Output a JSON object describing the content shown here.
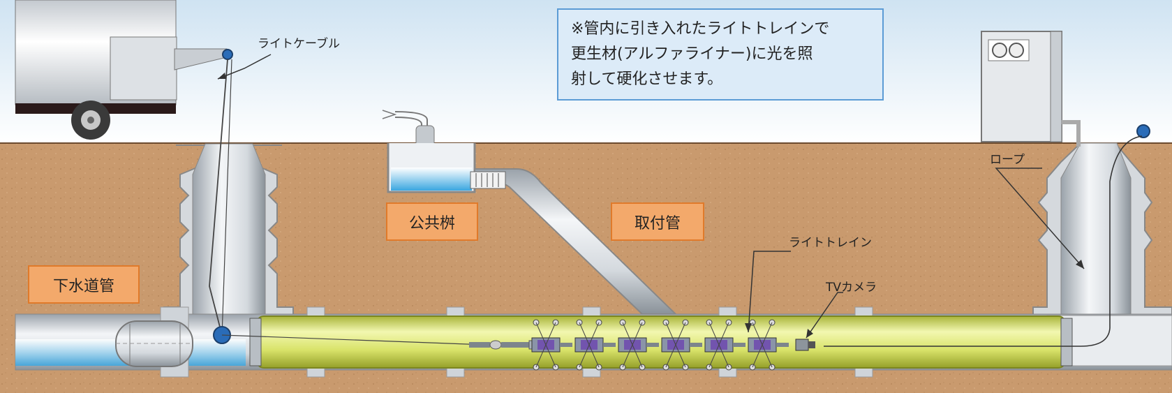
{
  "note": "※管内に引き入れたライトトレインで\n更生材(アルファライナー)に光を照\n射して硬化させます。",
  "labels": {
    "sewer_pipe": "下水道管",
    "public_basin": "公共桝",
    "lateral_pipe": "取付管"
  },
  "callouts": {
    "light_cable": "ライトケーブル",
    "rope": "ロープ",
    "light_train": "ライトトレイン",
    "tv_camera": "TVカメラ"
  },
  "colors": {
    "sky_top": "#cfe3f2",
    "soil": "#c99a6e",
    "label_fill": "#f3a96b",
    "label_border": "#e07a2a",
    "note_fill": "#dcebf8",
    "note_border": "#5b9bd5",
    "liner": "#dfe878",
    "water": "#3aa6e0"
  },
  "icons": [
    "truck-icon",
    "control-unit-icon",
    "cable-reel-icon",
    "light-unit-icon"
  ]
}
